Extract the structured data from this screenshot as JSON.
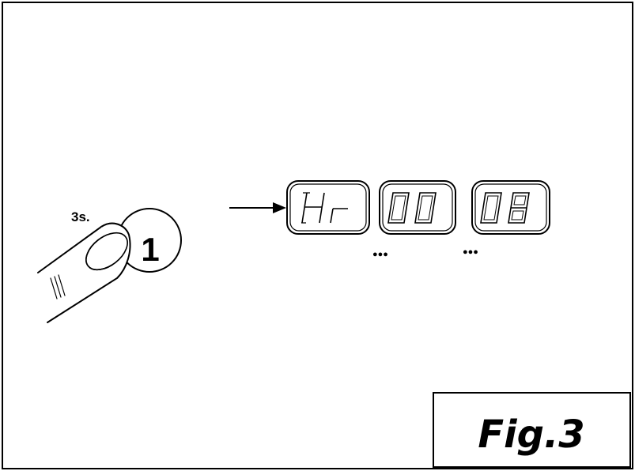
{
  "duration_label": "3s.",
  "button": {
    "label": "1"
  },
  "display": {
    "panels": [
      "Hr",
      "00",
      "08"
    ],
    "separator_dots": "●●●"
  },
  "figure_label": "Fig.3",
  "icons": [
    "finger-press-icon",
    "arrow-right-icon"
  ],
  "colors": {
    "ink": "#000000",
    "background": "#ffffff"
  }
}
